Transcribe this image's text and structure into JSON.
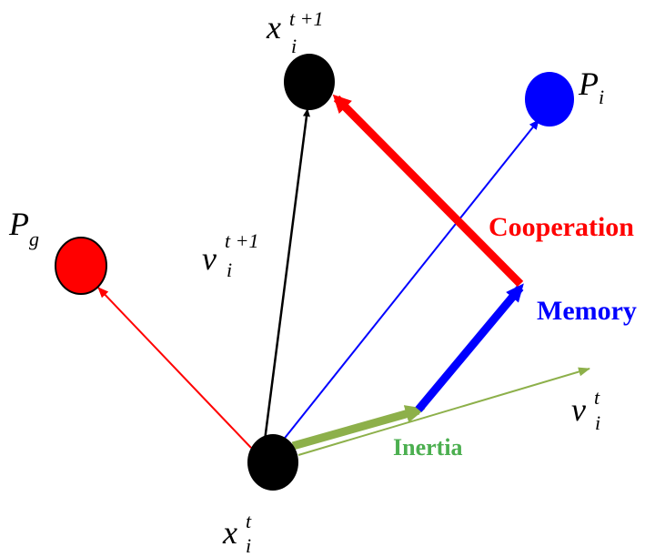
{
  "points": {
    "current": {
      "symbol": "x",
      "subscript": "i",
      "superscript": "t"
    },
    "next": {
      "symbol": "x",
      "subscript": "i",
      "superscript": "t +1"
    },
    "personal_best": {
      "symbol": "P",
      "subscript": "i"
    },
    "global_best": {
      "symbol": "P",
      "subscript": "g"
    }
  },
  "vectors": {
    "velocity_current": {
      "symbol": "v",
      "subscript": "i",
      "superscript": "t"
    },
    "velocity_next": {
      "symbol": "v",
      "subscript": "i",
      "superscript": "t +1"
    }
  },
  "components": {
    "inertia": "Inertia",
    "memory": "Memory",
    "cooperation": "Cooperation"
  },
  "colors": {
    "black": "#000000",
    "red": "#ff0000",
    "blue": "#0000ff",
    "green": "#8db04a",
    "inertia_text": "#4caf50"
  }
}
